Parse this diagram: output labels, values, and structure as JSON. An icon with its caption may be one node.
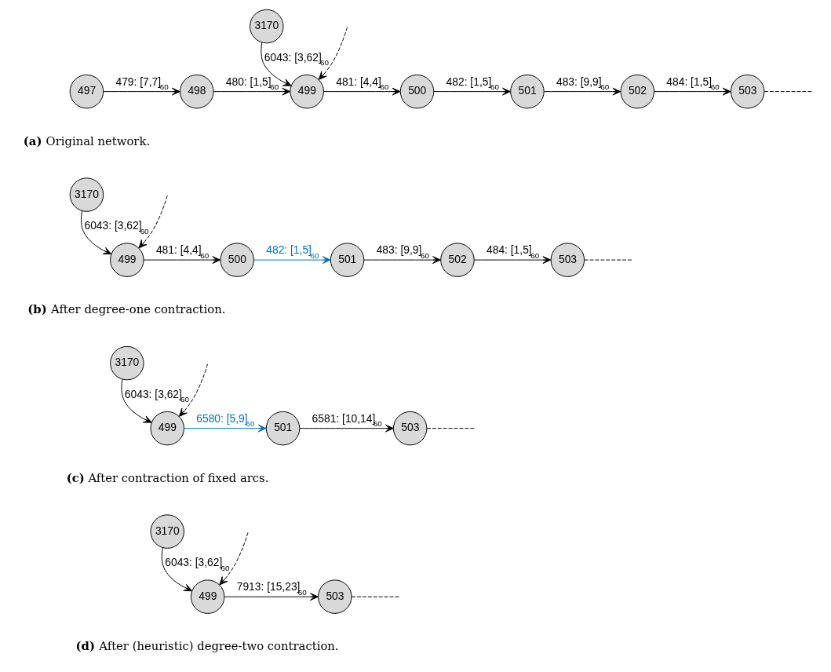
{
  "diagram": {
    "nodes": [
      {
        "text": [
          "3170"
        ]
      },
      {
        "text": [
          "497"
        ]
      },
      {
        "text": [
          "498"
        ]
      },
      {
        "text": [
          "499"
        ]
      },
      {
        "text": [
          "500"
        ]
      },
      {
        "text": [
          "501"
        ]
      },
      {
        "text": [
          "502"
        ]
      },
      {
        "text": [
          "503"
        ]
      },
      {
        "text": [
          "3170"
        ]
      },
      {
        "text": [
          "499"
        ]
      },
      {
        "text": [
          "500"
        ]
      },
      {
        "text": [
          "501"
        ]
      },
      {
        "text": [
          "502"
        ]
      },
      {
        "text": [
          "503"
        ]
      },
      {
        "text": [
          "3170"
        ]
      },
      {
        "text": [
          "499"
        ]
      },
      {
        "text": [
          "501"
        ]
      },
      {
        "text": [
          "503"
        ]
      },
      {
        "text": [
          "3170"
        ]
      },
      {
        "text": [
          "499"
        ]
      },
      {
        "text": [
          "503"
        ]
      }
    ],
    "edges": [
      {
        "from": 1,
        "to": 2,
        "arrow": "to",
        "label": "479: [7,7]$_{60}$"
      },
      {
        "from": 2,
        "to": 3,
        "arrow": "to",
        "label": "480: [1,5]$_{60}$"
      },
      {
        "from": 0,
        "to": 3,
        "arrow": "to",
        "label": "6043: [3,62]$_{60}$"
      },
      {
        "from": null,
        "to": 3,
        "arrow": "to",
        "style": "dashed"
      },
      {
        "from": 3,
        "to": 4,
        "arrow": "to",
        "label": "481: [4,4]$_{60}$"
      },
      {
        "from": 4,
        "to": 5,
        "arrow": "to",
        "label": "482: [1,5]$_{60}$"
      },
      {
        "from": 5,
        "to": 6,
        "arrow": "to",
        "label": "483: [9,9]$_{60}$"
      },
      {
        "from": 6,
        "to": 7,
        "arrow": "to",
        "label": "484: [1,5]$_{60}$"
      },
      {
        "from": 7,
        "to": null,
        "arrow": "none",
        "style": "dashed"
      },
      {
        "from": 8,
        "to": 9,
        "arrow": "to",
        "label": "6043: [3,62]$_{60}$"
      },
      {
        "from": null,
        "to": 9,
        "arrow": "to",
        "style": "dashed"
      },
      {
        "from": 9,
        "to": 10,
        "arrow": "to",
        "label": "481: [4,4]$_{60}$"
      },
      {
        "from": 10,
        "to": 11,
        "arrow": "to",
        "label": "482: [1,5]$_{60}$",
        "color": "#0070c0"
      },
      {
        "from": 11,
        "to": 12,
        "arrow": "to",
        "label": "483: [9,9]$_{60}$"
      },
      {
        "from": 12,
        "to": 13,
        "arrow": "to",
        "label": "484: [1,5]$_{60}$"
      },
      {
        "from": 13,
        "to": null,
        "arrow": "none",
        "style": "dashed"
      },
      {
        "from": 14,
        "to": 15,
        "arrow": "to",
        "label": "6043: [3,62]$_{60}$"
      },
      {
        "from": null,
        "to": 15,
        "arrow": "to",
        "style": "dashed"
      },
      {
        "from": 15,
        "to": 16,
        "arrow": "to",
        "label": "6580: [5,9]$_{60}$",
        "color": "#0070c0"
      },
      {
        "from": 16,
        "to": 17,
        "arrow": "to",
        "label": "6581: [10,14]$_{60}$"
      },
      {
        "from": 17,
        "to": null,
        "arrow": "none",
        "style": "dashed"
      },
      {
        "from": 18,
        "to": 19,
        "arrow": "to",
        "label": "6043: [3,62]$_{60}$"
      },
      {
        "from": null,
        "to": 19,
        "arrow": "to",
        "style": "dashed"
      },
      {
        "from": 19,
        "to": 20,
        "arrow": "to",
        "label": "7913: [15,23]$_{60}$"
      },
      {
        "from": 20,
        "to": null,
        "arrow": "none",
        "style": "dashed"
      }
    ],
    "labels": [
      "**(a)** Original network.",
      "**(b)** After degree-one contraction.",
      "**(c)** After contraction of fixed arcs.",
      "**(d)** After (heuristic) degree-two contraction."
    ]
  }
}
